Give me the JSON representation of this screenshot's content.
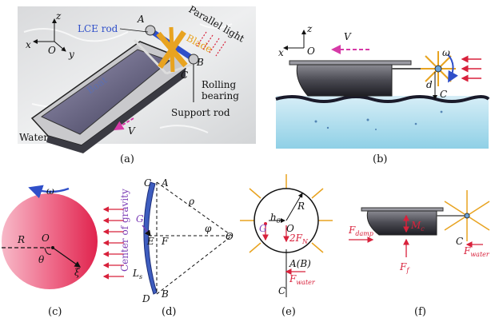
{
  "captions": [
    "(a)",
    "(b)",
    "(c)",
    "(d)",
    "(e)",
    "(f)"
  ],
  "panel_a": {
    "axis_z": "z",
    "axis_x": "x",
    "axis_O": "O",
    "axis_y": "y",
    "lce_rod": "LCE rod",
    "blade": "Blade",
    "parallel_light": "Parallel light",
    "boat": "Boat",
    "A": "A",
    "B": "B",
    "C": "C",
    "rolling": "Rolling",
    "bearing": "bearing",
    "support_rod": "Support rod",
    "V": "V",
    "water": "Water"
  },
  "panel_b": {
    "axis_z": "z",
    "axis_x": "x",
    "axis_O": "O",
    "V": "V",
    "omega": "ω",
    "d": "d",
    "C": "C"
  },
  "panel_c": {
    "omega": "ω",
    "R": "R",
    "O": "O",
    "theta": "θ",
    "xi": "ξ"
  },
  "panel_d": {
    "C": "C",
    "A": "A",
    "G": "G",
    "E": "E",
    "F": "F",
    "rho": "ρ",
    "phi": "φ",
    "O": "O",
    "Ls": "L",
    "Ls_sub": "s",
    "D": "D",
    "B": "B",
    "center_gravity": "Center of gravity"
  },
  "panel_e": {
    "R": "R",
    "G": "G",
    "h0": "h",
    "h0_sub": "0",
    "O": "O",
    "twoFN": "2F",
    "twoFN_sub": "N",
    "AB": "A(B)",
    "Fwater": "F",
    "Fwater_sub": "water",
    "C": "C"
  },
  "panel_f": {
    "Fdamp": "F",
    "Fdamp_sub": "damp",
    "Mc": "M",
    "Mc_sub": "c",
    "C": "C",
    "Ff": "F",
    "Ff_sub": "f",
    "Fwater": "F",
    "Fwater_sub": "water"
  },
  "colors": {
    "lce_blue": "#2f4fc9",
    "blade_orange": "#e8a320",
    "light_red": "#d8213b",
    "velocity_pink": "#d63aa7",
    "gravity_purple": "#7a3bb5"
  }
}
